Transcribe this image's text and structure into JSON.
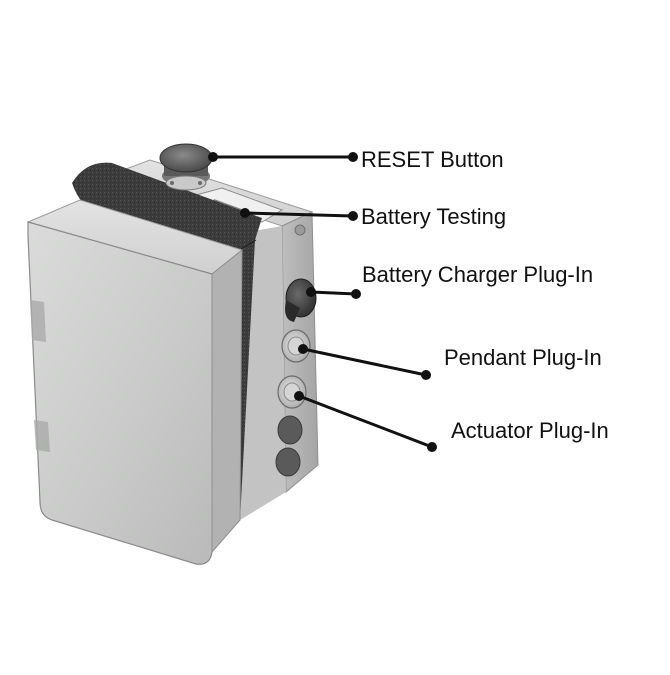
{
  "diagram": {
    "product": "battery control box",
    "palette": {
      "background": "#ffffff",
      "housing_light": "#cdcecd",
      "housing_mid": "#b3b4b3",
      "housing_dark": "#8f908f",
      "strap": "#3a3a3a",
      "leader": "#111111"
    },
    "callouts": [
      {
        "id": "reset",
        "label": "RESET Button"
      },
      {
        "id": "battery_testing",
        "label": "Battery Testing"
      },
      {
        "id": "charger",
        "label": "Battery Charger Plug-In"
      },
      {
        "id": "pendant",
        "label": "Pendant Plug-In"
      },
      {
        "id": "actuator",
        "label": "Actuator Plug-In"
      }
    ]
  }
}
